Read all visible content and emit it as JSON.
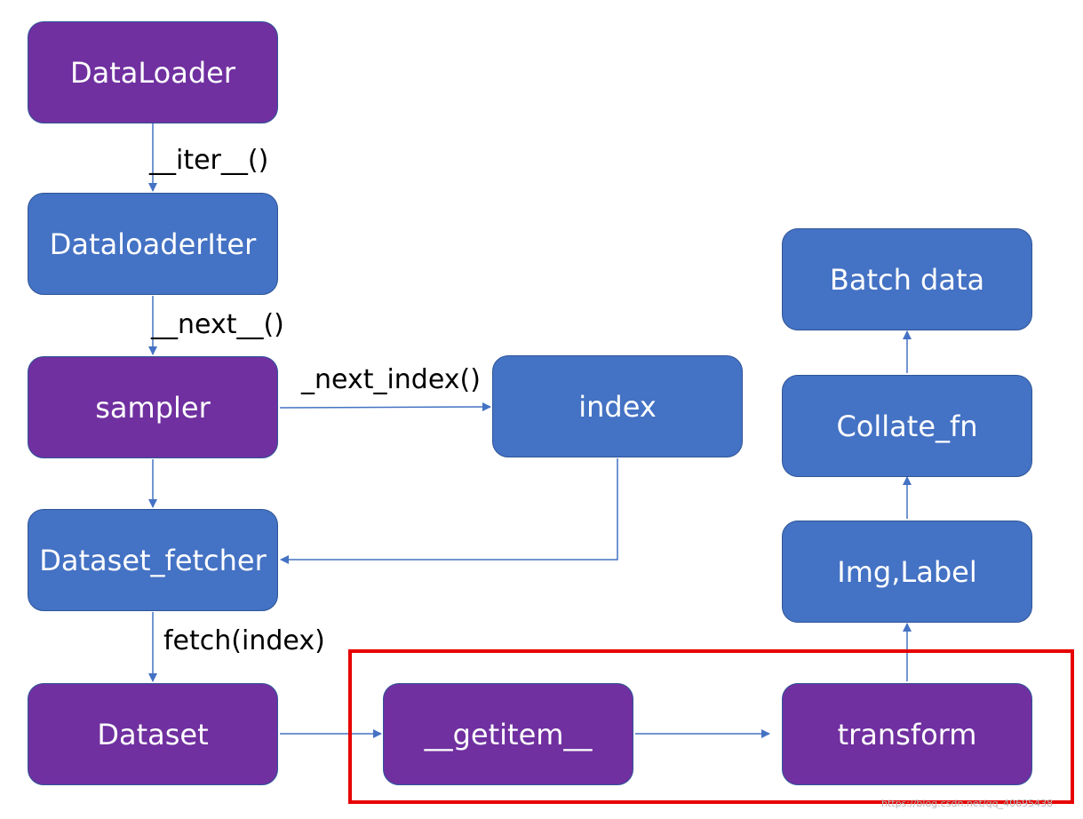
{
  "nodes": {
    "dataloader": "DataLoader",
    "dataloader_iter": "DataloaderIter",
    "sampler": "sampler",
    "index": "index",
    "dataset_fetcher": "Dataset_fetcher",
    "dataset": "Dataset",
    "getitem": "__getitem__",
    "transform": "transform",
    "img_label": "Img,Label",
    "collate_fn": "Collate_fn",
    "batch_data": "Batch data"
  },
  "edge_labels": {
    "iter": "__iter__()",
    "next": "__next__()",
    "next_index": "_next_index()",
    "fetch": "fetch(index)"
  },
  "watermark": "https://blog.csdn.net/qq_40695438",
  "colors": {
    "purple_node": "#7030a0",
    "blue_node": "#4472c4",
    "arrow": "#4472c4",
    "highlight_box": "#e60000"
  }
}
